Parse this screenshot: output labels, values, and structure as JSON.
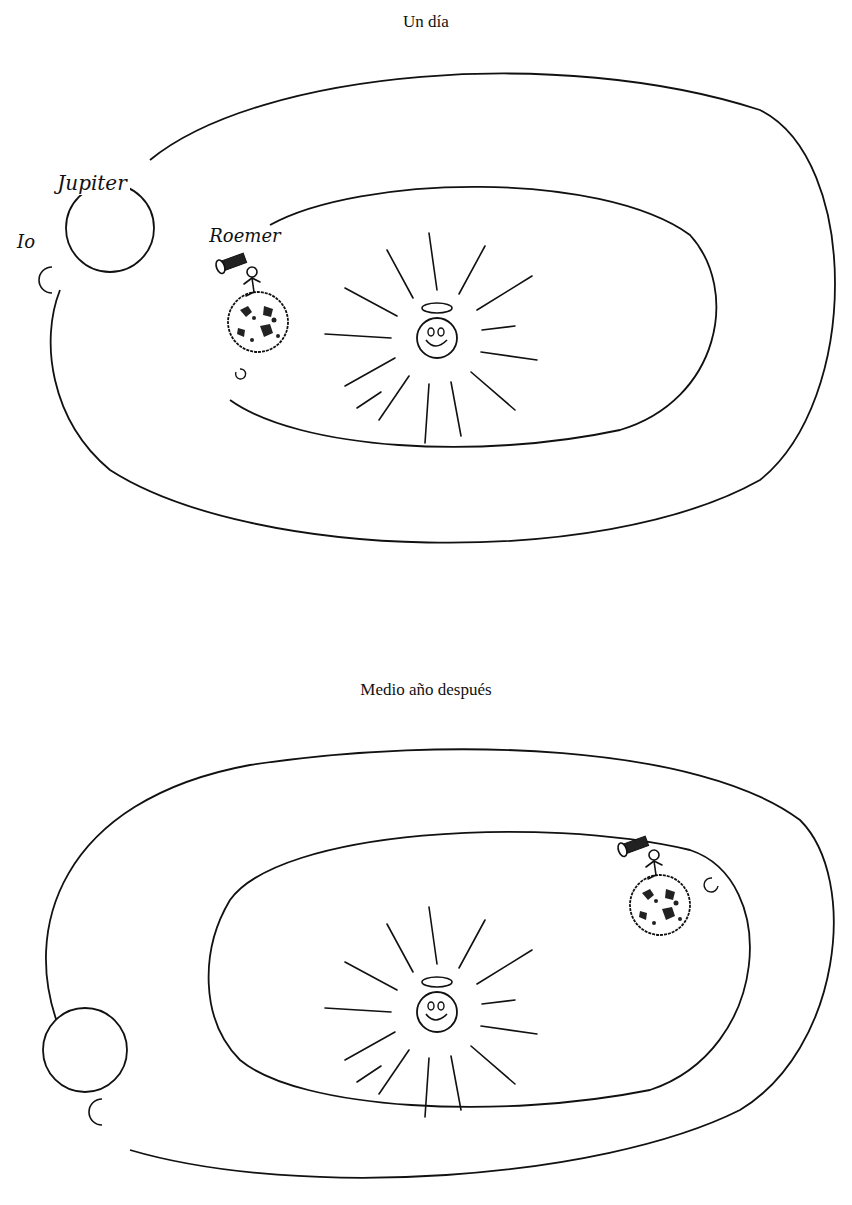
{
  "diagram": {
    "title": "Un día",
    "labels": [
      "Jupiter",
      "Io",
      "Roemer",
      "Medio año después"
    ]
  }
}
